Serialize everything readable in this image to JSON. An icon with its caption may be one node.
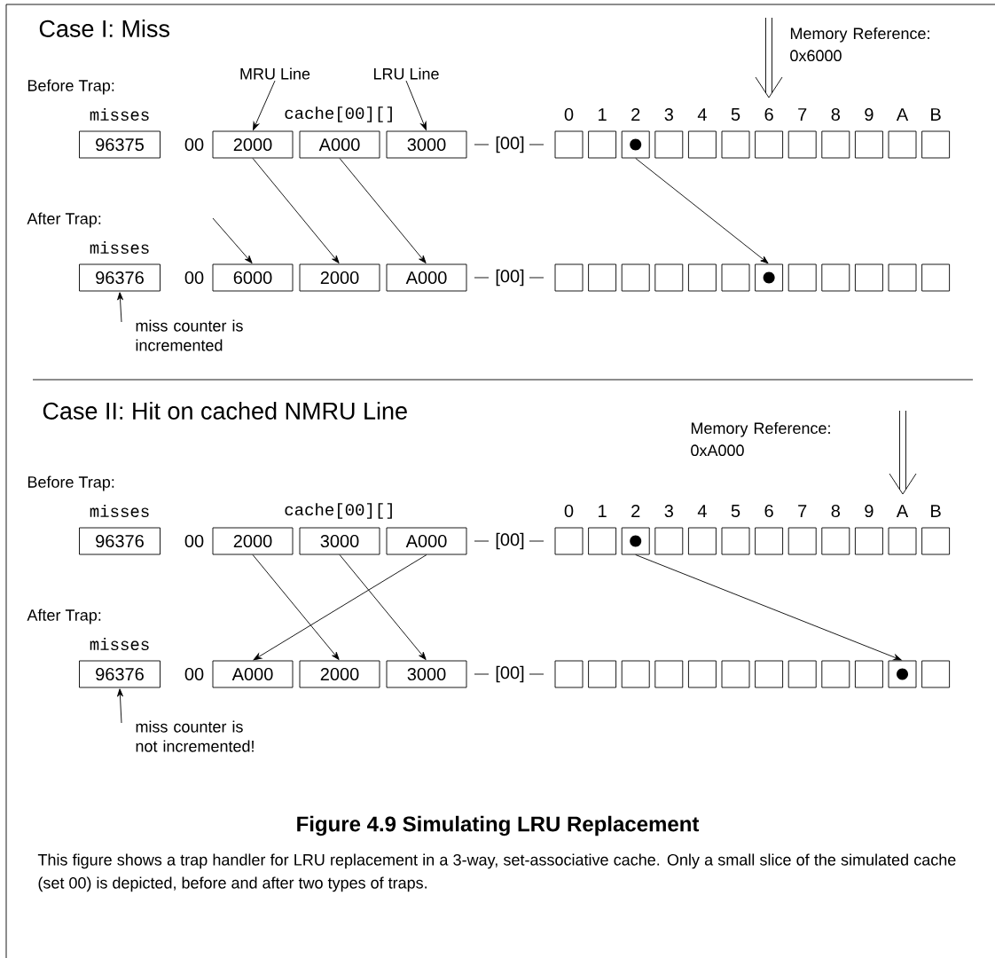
{
  "diagram": {
    "title": "Figure 4.9  Simulating LRU Replacement",
    "caption": "This figure shows a trap handler for LRU replacement in a 3-way, set-associative cache. Only a small slice of the simulated cache (set 00) is depicted, before and after two types of traps.",
    "nodes": [
      {
        "text": [
          "MRU Line"
        ]
      },
      {
        "text": [
          "LRU Line"
        ]
      },
      {
        "text": [
          "96375"
        ]
      },
      {
        "text": [
          "2000"
        ]
      },
      {
        "text": [
          "A000"
        ]
      },
      {
        "text": [
          "3000"
        ]
      },
      {
        "text": [],
        "shape": "box"
      },
      {
        "text": [],
        "shape": "box"
      },
      {
        "text": [],
        "shape": "box"
      },
      {
        "text": [],
        "shape": "circle",
        "in": 8
      },
      {
        "text": [],
        "shape": "box"
      },
      {
        "text": [],
        "shape": "box"
      },
      {
        "text": [],
        "shape": "box"
      },
      {
        "text": [],
        "shape": "box"
      },
      {
        "text": [],
        "shape": "box"
      },
      {
        "text": [],
        "shape": "box"
      },
      {
        "text": [],
        "shape": "box"
      },
      {
        "text": [],
        "shape": "box"
      },
      {
        "text": [],
        "shape": "box"
      },
      {
        "text": [
          "96376"
        ]
      },
      {
        "text": [
          "6000"
        ]
      },
      {
        "text": [
          "2000"
        ]
      },
      {
        "text": [
          "A000"
        ]
      },
      {
        "text": [],
        "shape": "box"
      },
      {
        "text": [],
        "shape": "box"
      },
      {
        "text": [],
        "shape": "box"
      },
      {
        "text": [],
        "shape": "box"
      },
      {
        "text": [],
        "shape": "box"
      },
      {
        "text": [],
        "shape": "box"
      },
      {
        "text": [],
        "shape": "box"
      },
      {
        "text": [],
        "shape": "circle",
        "in": 29
      },
      {
        "text": [],
        "shape": "box"
      },
      {
        "text": [],
        "shape": "box"
      },
      {
        "text": [],
        "shape": "box"
      },
      {
        "text": [],
        "shape": "box"
      },
      {
        "text": [],
        "shape": "box"
      },
      {
        "text": [
          "miss counter is incremented"
        ]
      },
      {
        "text": [
          "96376"
        ]
      },
      {
        "text": [
          "2000"
        ]
      },
      {
        "text": [
          "3000"
        ]
      },
      {
        "text": [
          "A000"
        ]
      },
      {
        "text": [],
        "shape": "box"
      },
      {
        "text": [],
        "shape": "box"
      },
      {
        "text": [],
        "shape": "box"
      },
      {
        "text": [],
        "shape": "circle",
        "in": 43
      },
      {
        "text": [],
        "shape": "box"
      },
      {
        "text": [],
        "shape": "box"
      },
      {
        "text": [],
        "shape": "box"
      },
      {
        "text": [],
        "shape": "box"
      },
      {
        "text": [],
        "shape": "box"
      },
      {
        "text": [],
        "shape": "box"
      },
      {
        "text": [],
        "shape": "box"
      },
      {
        "text": [],
        "shape": "box"
      },
      {
        "text": [],
        "shape": "box"
      },
      {
        "text": [
          "96376"
        ]
      },
      {
        "text": [
          "A000"
        ]
      },
      {
        "text": [
          "2000"
        ]
      },
      {
        "text": [
          "3000"
        ]
      },
      {
        "text": [],
        "shape": "box"
      },
      {
        "text": [],
        "shape": "box"
      },
      {
        "text": [],
        "shape": "box"
      },
      {
        "text": [],
        "shape": "box"
      },
      {
        "text": [],
        "shape": "box"
      },
      {
        "text": [],
        "shape": "box"
      },
      {
        "text": [],
        "shape": "box"
      },
      {
        "text": [],
        "shape": "box"
      },
      {
        "text": [],
        "shape": "box"
      },
      {
        "text": [],
        "shape": "box"
      },
      {
        "text": [],
        "shape": "box"
      },
      {
        "text": [],
        "shape": "circle",
        "in": 68
      },
      {
        "text": [],
        "shape": "box"
      },
      {
        "text": [
          "miss counter is not incremented!"
        ]
      }
    ],
    "edges": [
      {
        "from": 0,
        "to": 3,
        "arrow": "to"
      },
      {
        "from": 1,
        "to": 5,
        "arrow": "to"
      },
      {
        "from": 3,
        "to": 21,
        "arrow": "to"
      },
      {
        "from": 4,
        "to": 22,
        "arrow": "to"
      },
      {
        "from": null,
        "to": 20,
        "arrow": "to"
      },
      {
        "from": 8,
        "to": 29,
        "arrow": "to"
      },
      {
        "from": 36,
        "to": 19,
        "arrow": "to"
      },
      {
        "from": 38,
        "to": 56,
        "arrow": "to"
      },
      {
        "from": 39,
        "to": 57,
        "arrow": "to"
      },
      {
        "from": 40,
        "to": 55,
        "arrow": "to"
      },
      {
        "from": 43,
        "to": 68,
        "arrow": "to"
      },
      {
        "from": 71,
        "to": 54,
        "arrow": "to"
      }
    ],
    "labels": [
      "Case I: Miss",
      "Memory Reference: 0x6000",
      "Before Trap:",
      "misses",
      "cache[00][]",
      "0",
      "1",
      "2",
      "3",
      "4",
      "5",
      "6",
      "7",
      "8",
      "9",
      "A",
      "B",
      "00",
      "[00]",
      "After Trap:",
      "misses",
      "00",
      "[00]",
      "Case II: Hit on cached NMRU Line",
      "Memory Reference: 0xA000",
      "Before Trap:",
      "misses",
      "cache[00][]",
      "0",
      "1",
      "2",
      "3",
      "4",
      "5",
      "6",
      "7",
      "8",
      "9",
      "A",
      "B",
      "00",
      "[00]",
      "After Trap:",
      "misses",
      "00",
      "[00]"
    ]
  }
}
